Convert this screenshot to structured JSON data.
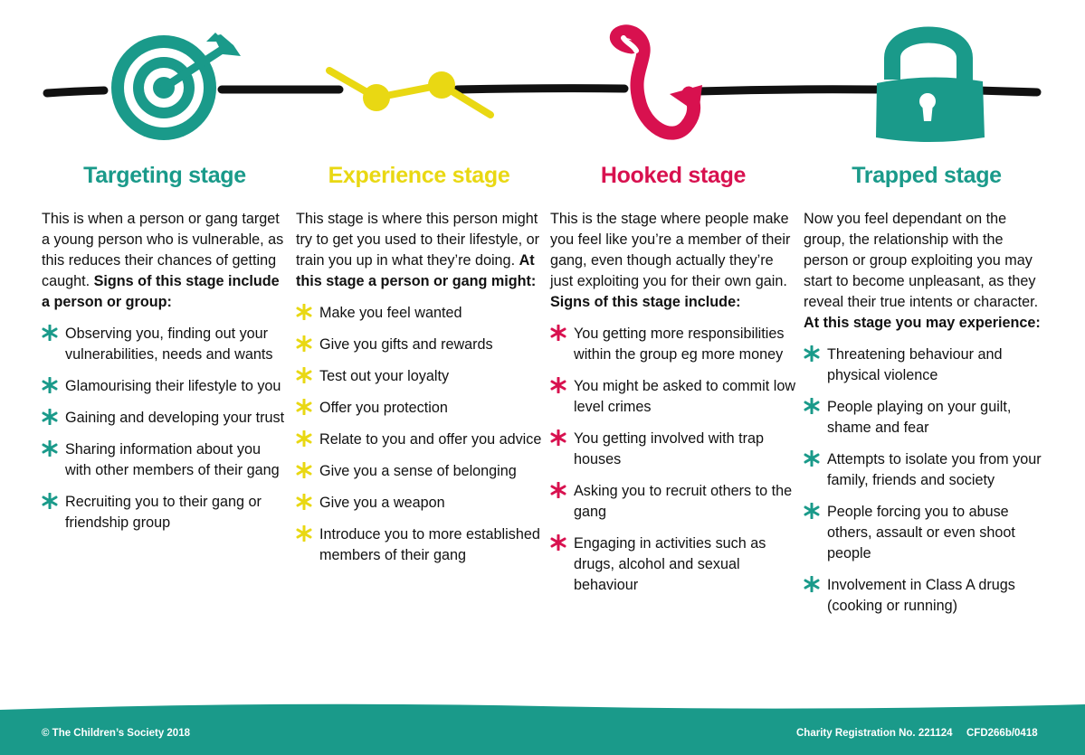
{
  "colors": {
    "teal": "#1a9a8a",
    "yellow": "#e9d813",
    "pink": "#d8114f",
    "line": "#111111",
    "footer": "#1a9a8a"
  },
  "icons": [
    "target-icon",
    "zigzag-line-icon",
    "hook-icon",
    "padlock-icon",
    "asterisk-bullet-icon"
  ],
  "columns": [
    {
      "title": "Targeting stage",
      "color": "#1a9a8a",
      "intro": "This is when a person or gang target a young person who is vulnerable, as this reduces their chances of getting caught.",
      "intro_bold": "Signs of this stage include a person or group:",
      "bullets": [
        "Observing you, finding out your vulnerabilities, needs and wants",
        "Glamourising their lifestyle to you",
        "Gaining and developing your trust",
        "Sharing information about you with other members of their gang",
        "Recruiting you to their gang or friendship group"
      ]
    },
    {
      "title": "Experience stage",
      "color": "#e9d813",
      "intro": "This stage is where this person might try to get you used to their lifestyle, or train you up in what they’re doing.",
      "intro_bold": "At this stage a person or gang might:",
      "bullets": [
        "Make you feel wanted",
        "Give you gifts and rewards",
        "Test out your loyalty",
        "Offer you protection",
        "Relate to you and offer you advice",
        "Give you a sense of belonging",
        "Give you a weapon",
        "Introduce you to more established members of their gang"
      ]
    },
    {
      "title": "Hooked stage",
      "color": "#d8114f",
      "intro": "This is the stage where people make you feel like you’re a member of their gang, even though actually they’re just exploiting you for their own gain.",
      "intro_bold": "Signs of this stage include:",
      "bullets": [
        "You getting more responsibilities within the group eg more money",
        "You might be asked to commit low level crimes",
        "You getting involved with trap houses",
        "Asking you to recruit others to the gang",
        "Engaging in activities such as drugs, alcohol and sexual behaviour"
      ]
    },
    {
      "title": "Trapped stage",
      "color": "#1a9a8a",
      "intro": "Now you feel dependant on the group, the relationship with the person or group exploiting you may start to become unpleasant, as they reveal their true intents or character.",
      "intro_bold": "At this stage you may experience:",
      "bullets": [
        "Threatening behaviour and physical violence",
        "People playing on your guilt, shame and fear",
        "Attempts to isolate you from your family, friends and society",
        "People forcing you to abuse others, assault or even shoot people",
        "Involvement in Class A drugs (cooking or running)"
      ]
    }
  ],
  "footer": {
    "copyright": "© The Children’s Society 2018",
    "charity": "Charity Registration No. 221124",
    "code": "CFD266b/0418"
  }
}
